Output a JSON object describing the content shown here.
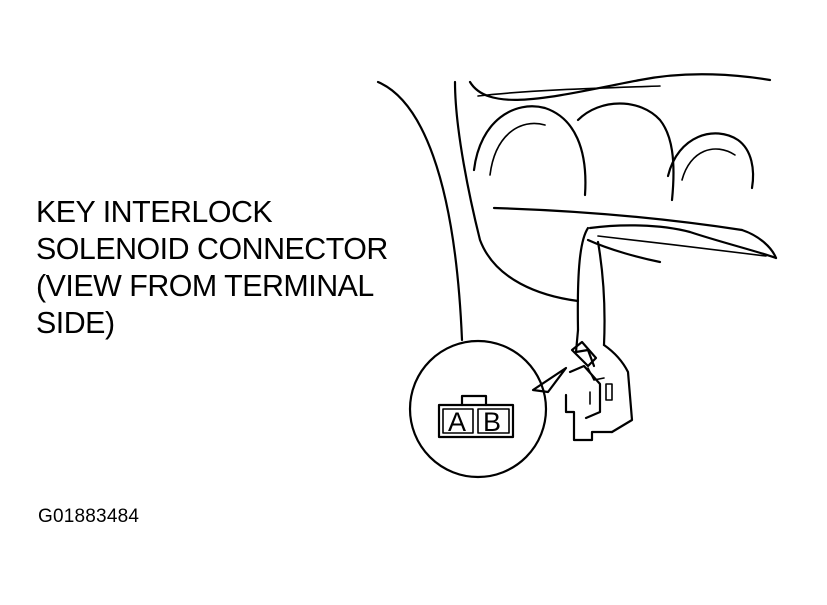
{
  "diagram": {
    "label_lines": [
      "KEY INTERLOCK",
      "SOLENOID CONNECTOR",
      "(VIEW FROM TERMINAL",
      "SIDE)"
    ],
    "terminals": [
      "A",
      "B"
    ],
    "figure_id": "G01883484"
  }
}
